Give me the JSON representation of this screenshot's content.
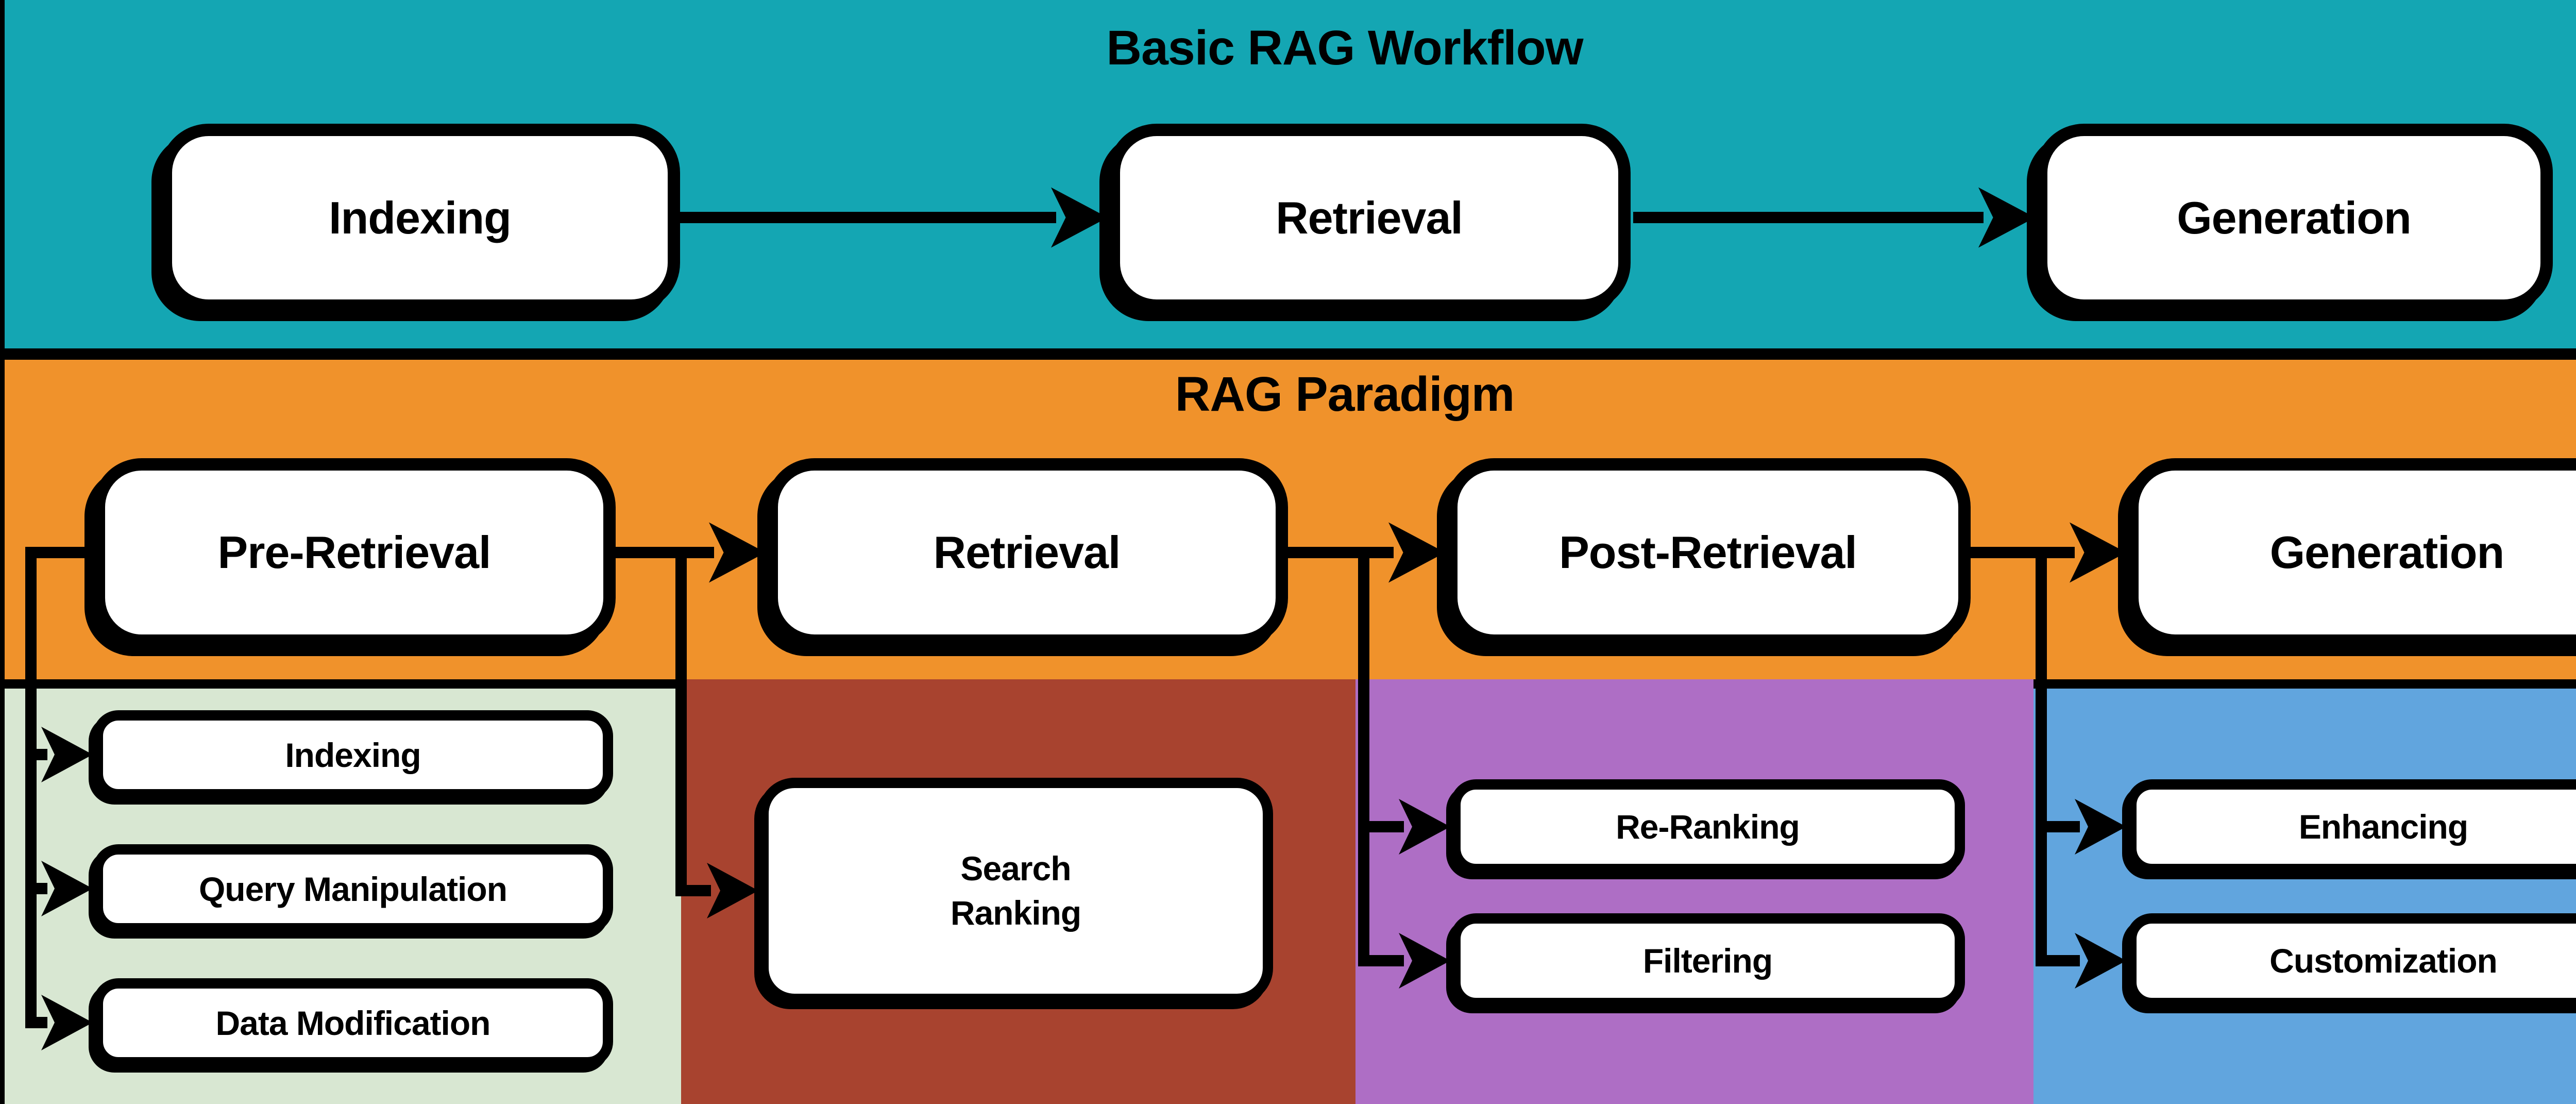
{
  "basic_workflow": {
    "title": "Basic RAG Workflow",
    "nodes": [
      {
        "label": "Indexing"
      },
      {
        "label": "Retrieval"
      },
      {
        "label": "Generation"
      }
    ]
  },
  "rag_paradigm": {
    "title": "RAG Paradigm",
    "stages": [
      {
        "label": "Pre-Retrieval"
      },
      {
        "label": "Retrieval"
      },
      {
        "label": "Post-Retrieval"
      },
      {
        "label": "Generation"
      }
    ],
    "pre_retrieval_steps": [
      {
        "label": "Indexing"
      },
      {
        "label": "Query Manipulation"
      },
      {
        "label": "Data Modification"
      }
    ],
    "retrieval_steps": [
      {
        "label": "Search\nRanking"
      }
    ],
    "post_retrieval_steps": [
      {
        "label": "Re-Ranking"
      },
      {
        "label": "Filtering"
      }
    ],
    "generation_steps": [
      {
        "label": "Enhancing"
      },
      {
        "label": "Customization"
      }
    ]
  },
  "colors": {
    "basic_workflow_bg": "#14A6B3",
    "paradigm_bg": "#F0922B",
    "pre_retrieval_bg": "#D8E7D2",
    "retrieval_bg": "#A8432F",
    "post_retrieval_bg": "#AE6EC5",
    "generation_bg": "#61A5DE",
    "node_bg": "#FFFFFF",
    "line": "#000000"
  }
}
